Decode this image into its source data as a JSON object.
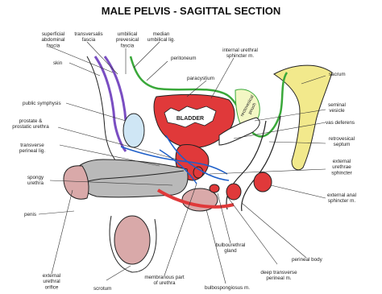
{
  "title": "MALE PELVIS - SAGITTAL SECTION",
  "colors": {
    "bladder": "#e0393a",
    "bone": "#f2e98c",
    "peritoneum": "#3aa83a",
    "fascia": "#7a4ec2",
    "vessel": "#1e5fc9",
    "penis": "#b9b9b9",
    "glands": "#d9a9a9",
    "symphysis": "#cfe6f5"
  },
  "labels": {
    "superficial_abdominal_fascia": [
      "superficial",
      "abdominal",
      "fascia"
    ],
    "transversalis_fascia": [
      "transversalis",
      "fascia"
    ],
    "umbilical_prevesical_fascia": [
      "umbilical",
      "prevesical",
      "fascia"
    ],
    "median_umbilical_lig": [
      "median",
      "umbilical lig."
    ],
    "peritoneum": [
      "peritoneum"
    ],
    "internal_urethral_sphincter": [
      "internal urethral",
      "sphincter m."
    ],
    "sacrum": [
      "sacrum"
    ],
    "skin": [
      "skin"
    ],
    "paracystium": [
      "paracystium"
    ],
    "rectovesical_pouch": [
      "rectovesical",
      "pouch"
    ],
    "bladder": [
      "BLADDER"
    ],
    "public_symphysis": [
      "public symphysis"
    ],
    "seminal_vesicle": [
      "seminal",
      "vesicle"
    ],
    "vas_deferens": [
      "vas deferens"
    ],
    "prostate_urethra": [
      "prostate &",
      "prostatic urethra"
    ],
    "retrovesical_septum": [
      "retrovesical",
      "septum"
    ],
    "transverse_perineal_lig": [
      "transverse",
      "perineal lig."
    ],
    "external_urethrae_sphincter": [
      "external",
      "urethrae",
      "sphincter"
    ],
    "spongy_urethra": [
      "spongy",
      "urethra"
    ],
    "external_anal_sphincter": [
      "external anal",
      "sphincter m."
    ],
    "penis": [
      "penis"
    ],
    "bulbourethral_gland": [
      "bulbourethral",
      "gland"
    ],
    "perineal_body": [
      "perineal body"
    ],
    "deep_transverse_perineal": [
      "deep transverse",
      "perineal m."
    ],
    "external_urethral_orifice": [
      "external",
      "urethral",
      "orifice"
    ],
    "scrotum": [
      "scrotum"
    ],
    "membranous_urethra": [
      "membranous part",
      "of urethra"
    ],
    "bulbospongiosus": [
      "bulbospongiosus m."
    ]
  }
}
